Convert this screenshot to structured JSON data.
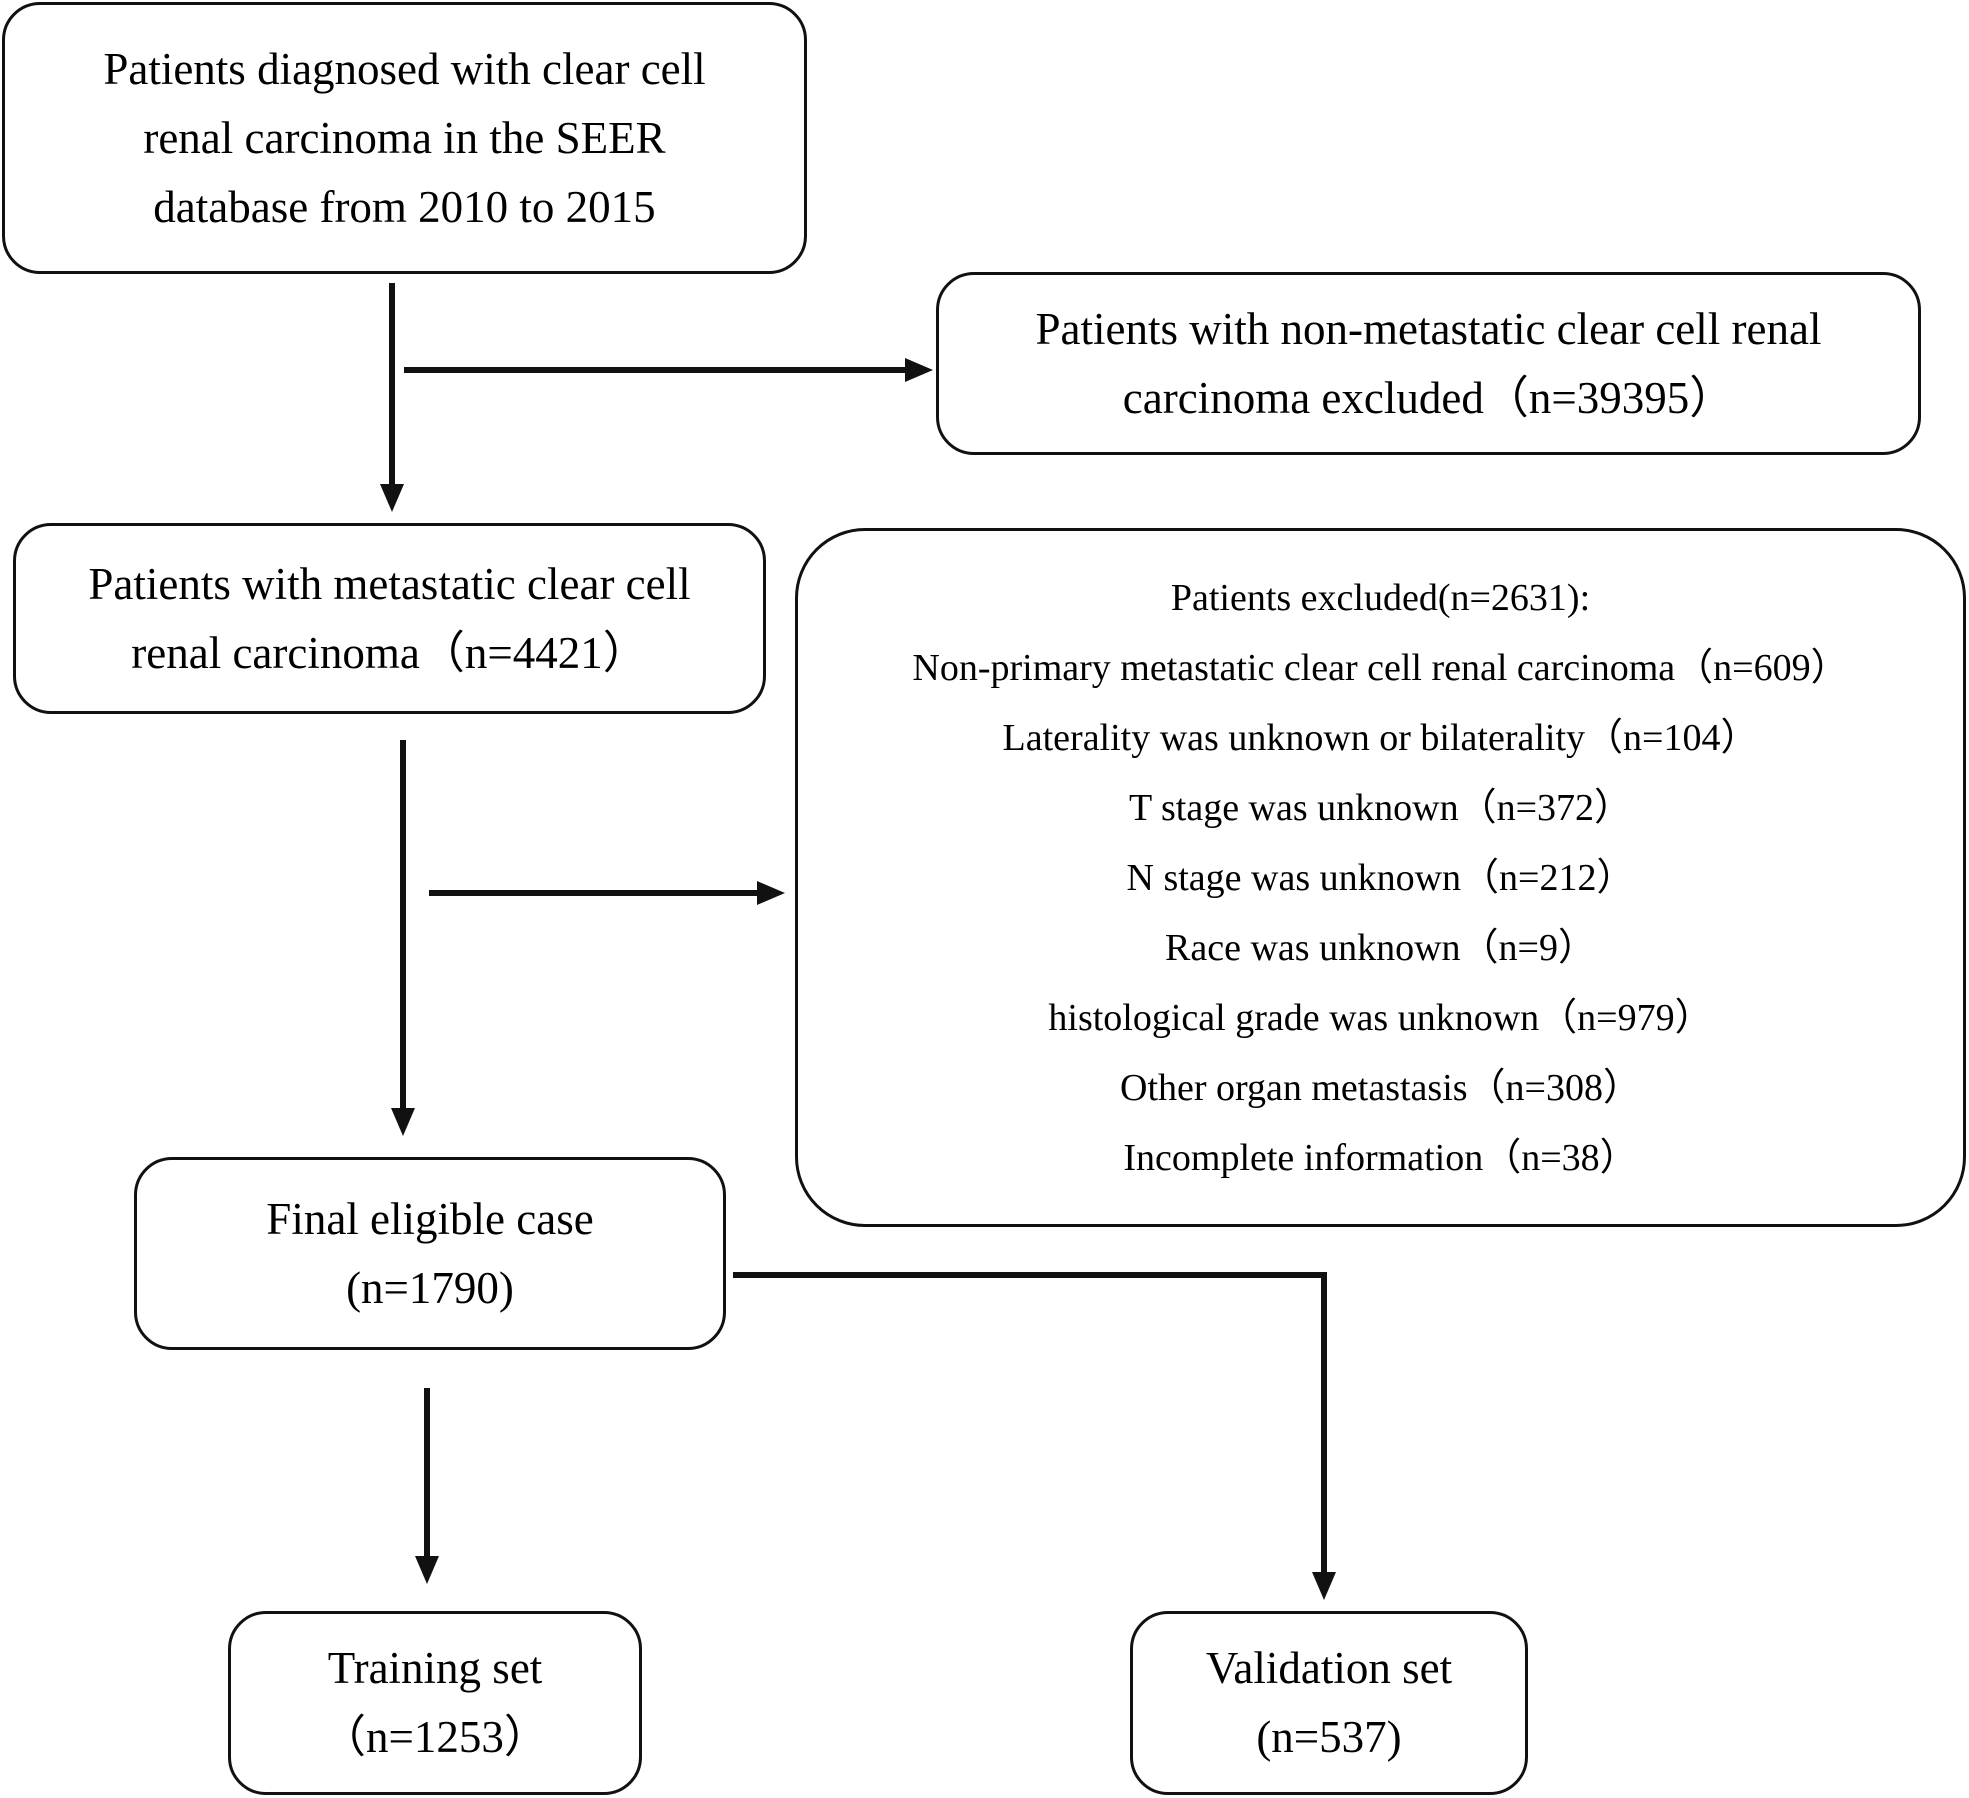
{
  "boxes": {
    "source": {
      "lines": [
        "Patients diagnosed with clear cell",
        "renal carcinoma in the SEER",
        "database from 2010 to 2015"
      ]
    },
    "excluded_nonmet": {
      "lines": [
        "Patients with non-metastatic clear cell renal",
        "carcinoma excluded（n=39395）"
      ]
    },
    "metastatic": {
      "lines": [
        "Patients with metastatic clear cell",
        "renal carcinoma（n=4421）"
      ]
    },
    "excluded_criteria": {
      "lines": [
        "Patients excluded(n=2631):",
        "Non-primary metastatic clear cell renal carcinoma（n=609）",
        "Laterality was unknown or bilaterality（n=104）",
        "T stage was unknown（n=372）",
        "N stage was unknown（n=212）",
        "Race was unknown（n=9）",
        "histological grade was unknown（n=979）",
        "Other organ metastasis（n=308）",
        "Incomplete information（n=38）"
      ]
    },
    "final": {
      "lines": [
        "Final eligible case",
        "(n=1790)"
      ]
    },
    "training": {
      "lines": [
        "Training set",
        "（n=1253）"
      ]
    },
    "validation": {
      "lines": [
        "Validation set",
        "(n=537)"
      ]
    }
  }
}
